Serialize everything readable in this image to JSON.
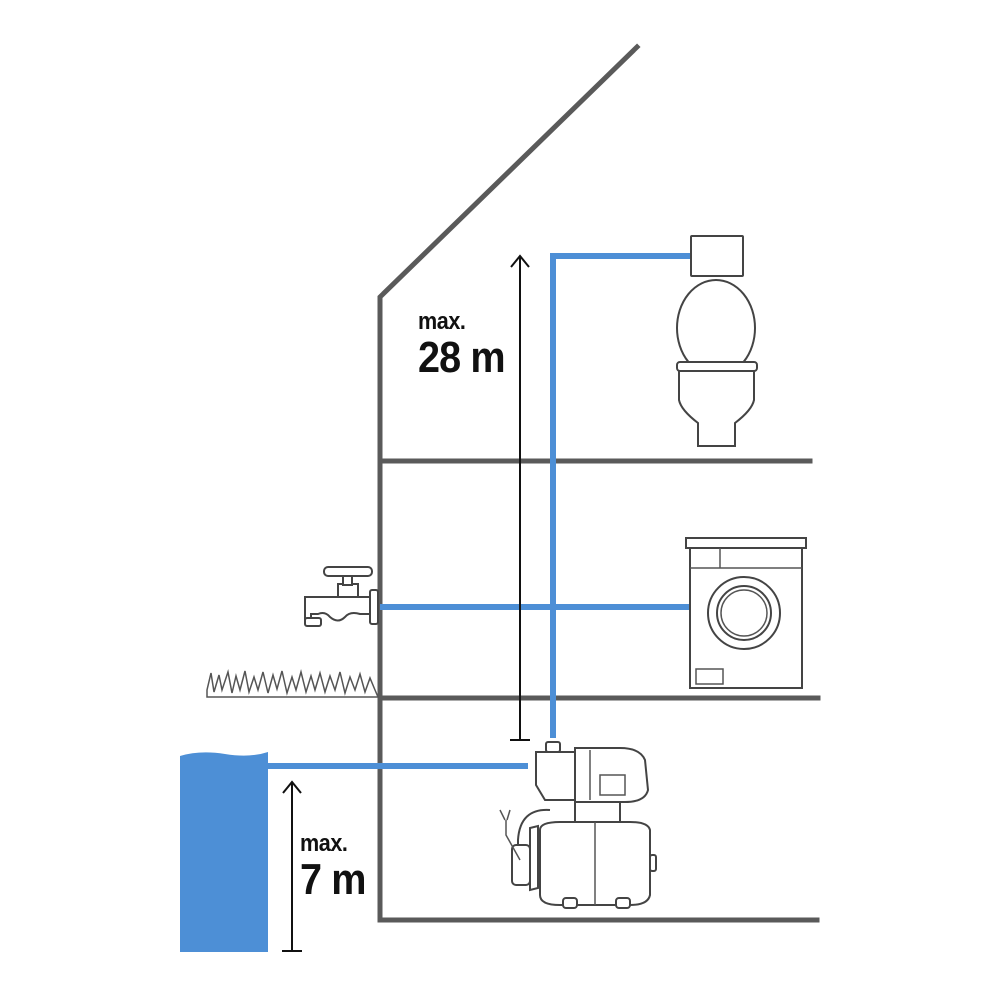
{
  "diagram": {
    "type": "house-water-pump-installation",
    "colors": {
      "wall": "#5a5a5a",
      "pipe": "#4d8fd6",
      "water": "#4d8fd6",
      "text": "#111111",
      "outline": "#444444"
    },
    "labels": {
      "delivery_height": {
        "prefix": "max.",
        "value": "28 m"
      },
      "suction_depth": {
        "prefix": "max.",
        "value": "7 m"
      }
    },
    "components": [
      "house-outline",
      "roof",
      "floor-upper",
      "floor-middle",
      "ground-floor",
      "basement-floor",
      "water-reservoir",
      "suction-pipe",
      "riser-pipe",
      "branch-pipe-washer-tap",
      "toilet",
      "washing-machine",
      "outdoor-tap",
      "grass",
      "domestic-waterworks-pump",
      "height-arrow-28m",
      "depth-arrow-7m"
    ]
  }
}
